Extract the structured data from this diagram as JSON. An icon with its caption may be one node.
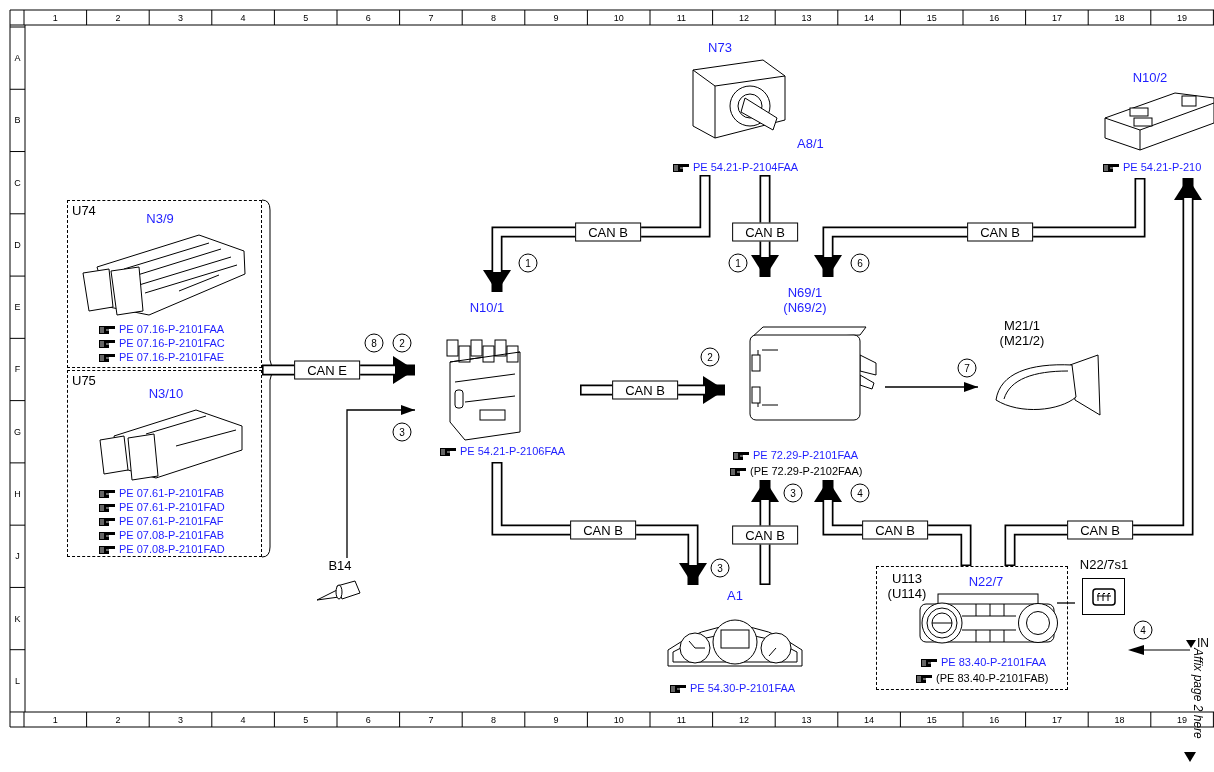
{
  "diagram": {
    "nodes": [
      {
        "text": [
          "U74"
        ]
      },
      {
        "text": [
          "N3/9",
          "PE 07.16-P-2101FAA",
          "PE 07.16-P-2101FAC",
          "PE 07.16-P-2101FAE"
        ],
        "in": 0
      },
      {
        "text": [
          "U75"
        ]
      },
      {
        "text": [
          "N3/10",
          "PE 07.61-P-2101FAB",
          "PE 07.61-P-2101FAD",
          "PE 07.61-P-2101FAF",
          "PE 07.08-P-2101FAB",
          "PE 07.08-P-2101FAD"
        ],
        "in": 2
      },
      {
        "text": [
          "N73",
          "A8/1",
          "PE 54.21-P-2104FAA"
        ]
      },
      {
        "text": [
          "N10/2",
          "PE 54.21-P-210"
        ]
      },
      {
        "text": [
          "N10/1",
          "PE 54.21-P-2106FAA"
        ]
      },
      {
        "text": [
          "N69/1 (N69/2)",
          "PE 72.29-P-2101FAA",
          "(PE 72.29-P-2102FAA)"
        ]
      },
      {
        "text": [
          "M21/1 (M21/2)"
        ]
      },
      {
        "text": [
          "B14"
        ]
      },
      {
        "text": [
          "A1",
          "PE 54.30-P-2101FAA"
        ]
      },
      {
        "text": [
          "U113 (U114)"
        ]
      },
      {
        "text": [
          "N22/7",
          "PE 83.40-P-2101FAA",
          "(PE 83.40-P-2101FAB)"
        ],
        "in": 11
      },
      {
        "text": [
          "N22/7s1"
        ]
      },
      {
        "text": [],
        "shape": "circle",
        "in": 12
      }
    ],
    "edges": [
      {
        "from": 4,
        "to": 6,
        "arrow": "to",
        "label": "CAN B"
      },
      {
        "from": 4,
        "to": 7,
        "arrow": "to",
        "label": "CAN B"
      },
      {
        "from": 5,
        "to": 7,
        "arrow": "to",
        "label": "CAN B"
      },
      {
        "from": 0,
        "to": 6,
        "arrow": "to",
        "label": "CAN E"
      },
      {
        "from": 2,
        "to": 6,
        "arrow": "to"
      },
      {
        "from": 9,
        "to": 6,
        "arrow": "to"
      },
      {
        "from": 6,
        "to": 7,
        "arrow": "to",
        "label": "CAN B"
      },
      {
        "from": 7,
        "to": 8,
        "arrow": "to"
      },
      {
        "from": 6,
        "to": 10,
        "arrow": "to",
        "label": "CAN B"
      },
      {
        "from": 10,
        "to": 7,
        "arrow": "to",
        "label": "CAN B"
      },
      {
        "from": 11,
        "to": 7,
        "arrow": "to",
        "label": "CAN B"
      },
      {
        "from": 11,
        "to": 5,
        "arrow": "to",
        "label": "CAN B"
      },
      {
        "from": 13,
        "to": 14,
        "arrow": "none"
      }
    ],
    "labels": [
      "1",
      "2",
      "3",
      "4",
      "5",
      "6",
      "7",
      "8",
      "9",
      "10",
      "11",
      "12",
      "13",
      "14",
      "15",
      "16",
      "17",
      "18",
      "19",
      "A",
      "B",
      "C",
      "D",
      "E",
      "F",
      "G",
      "H",
      "J",
      "K",
      "L",
      "1",
      "2",
      "3",
      "4",
      "5",
      "6",
      "7",
      "8",
      "9",
      "10",
      "11",
      "12",
      "13",
      "14",
      "15",
      "16",
      "17",
      "18",
      "19",
      "1",
      "1",
      "6",
      "8",
      "2",
      "2",
      "7",
      "3",
      "3",
      "4",
      "3",
      "4",
      "IN",
      "Affix page 2 here"
    ]
  }
}
